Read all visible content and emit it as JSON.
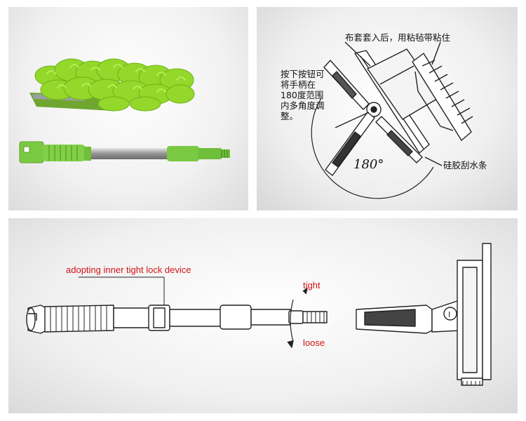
{
  "panel_b": {
    "label_top": "布套套入后，用粘毡带粘住",
    "label_left": "按下按钮可将手柄在180度范围内多角度调整。",
    "label_angle": "180°",
    "label_right": "硅胶刮水条"
  },
  "panel_c": {
    "label_lock": "adopting inner tight lock device",
    "label_tight": "tight",
    "label_loose": "loose"
  },
  "colors": {
    "microfiber_green": "#8fd626",
    "handle_green": "#7ac943",
    "annotation_red": "#d41414"
  }
}
